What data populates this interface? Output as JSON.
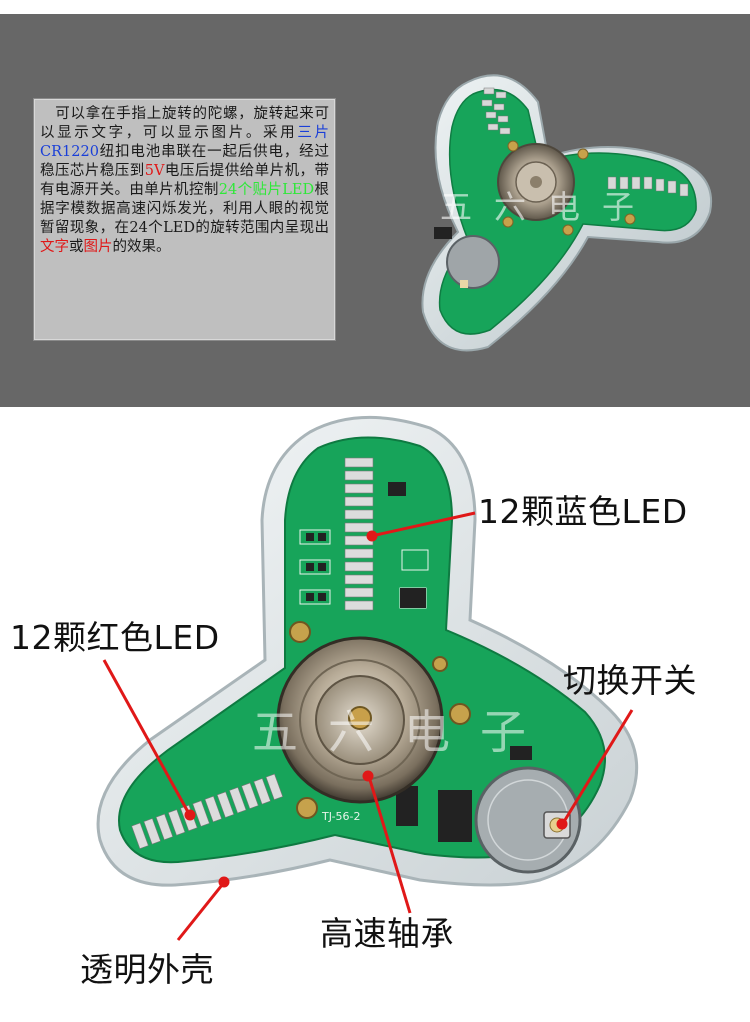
{
  "description": {
    "part1": "　可以拿在手指上旋转的陀螺，旋转起来可以显示文字，可以显示图片。采用",
    "battery_hl": "三片CR1220",
    "part2": "纽扣电池串联在一起后供电，经过稳压芯片稳压到",
    "voltage_hl": "5V",
    "part3": "电压后提供给单片机，带有电源开关。由单片机控制",
    "led_hl": "24个贴片LED",
    "part4": "根据字模数据高速闪烁发光，利用人眼的视觉暂留现象，在24个LED的旋转范围内呈现出",
    "text_hl": "文字",
    "part5": "或",
    "image_hl": "图片",
    "part6": "的效果。"
  },
  "watermark": "五六电子",
  "board_label": "TJ-56-2",
  "callouts": {
    "blue_led": "12颗蓝色LED",
    "red_led": "12颗红色LED",
    "switch": "切换开关",
    "bearing": "高速轴承",
    "shell": "透明外壳"
  },
  "colors": {
    "panel_bg": "#676767",
    "pcb_green": "#17a45a",
    "highlight_blue": "#1a3fd8",
    "highlight_red": "#e01818",
    "highlight_green": "#2ee838",
    "arrow_red": "#e01818"
  }
}
